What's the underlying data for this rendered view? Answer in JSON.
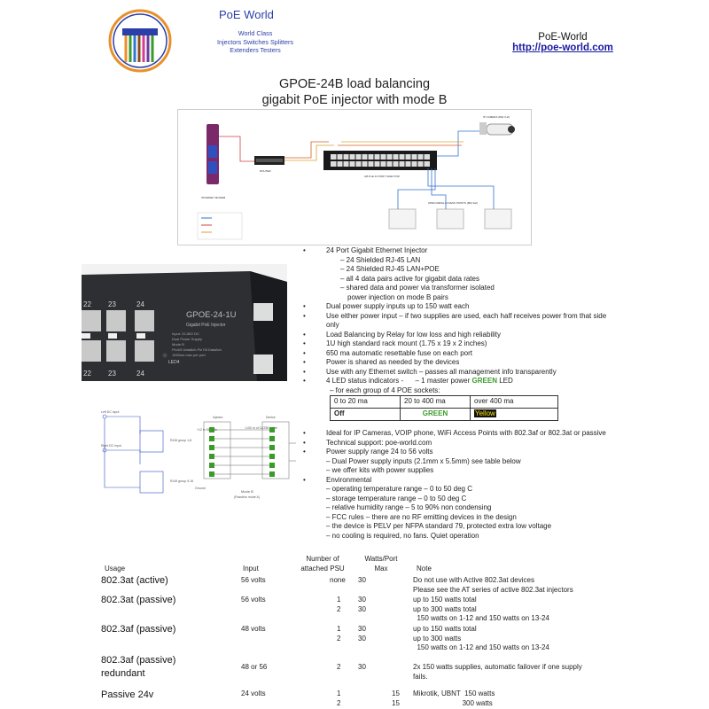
{
  "header": {
    "brand": "PoE World",
    "tagline": [
      "World Class",
      "Injectors  Switches  Splitters",
      "Extenders  Testers"
    ],
    "company": "PoE-World",
    "url": "http://poe-world.com"
  },
  "title": [
    "GPOE-24B load balancing",
    "gigabit PoE injector with mode B"
  ],
  "photo": {
    "port_numbers": [
      "22",
      "23",
      "24"
    ],
    "model": "GPOE-24-1U",
    "subtitle": "Gigabit PoE Injector",
    "spec_lines": [
      "Input: 22-56V DC",
      "Dual Power Supply",
      "Mode B",
      "Pin4/5 Data8ch.Pin7/8 Data8ch",
      "1000ms max per port"
    ],
    "led_label": "LED4"
  },
  "features": [
    {
      "bullet": "24 Port Gigabit Ethernet Injector"
    },
    {
      "sub": "– 24 Shielded RJ-45 LAN"
    },
    {
      "sub": "– 24 Shielded RJ-45 LAN+POE"
    },
    {
      "sub": "– all 4 data pairs active for gigabit data rates"
    },
    {
      "sub": "– shared data and power via transformer isolated"
    },
    {
      "sub": "power injection on mode B   pairs"
    },
    {
      "bullet": "Dual power supply inputs up to 150 watt each"
    },
    {
      "bullet": "Use either power input – if two supplies are used, each half receives power from that side only"
    },
    {
      "bullet": "Load Balancing by Relay for low loss and high reliability"
    },
    {
      "bullet": "1U high standard rack mount (1.75 x 19 x 2 inches)"
    },
    {
      "bullet": "650 ma automatic resettable fuse on each port"
    },
    {
      "bullet": "Power is shared as needed by the devices"
    },
    {
      "bullet": "Use with any Ethernet switch – passes all management info transparently"
    }
  ],
  "led": {
    "line_prefix": "4 LED status indicators -      – 1 master power ",
    "green_word": "GREEN",
    "line_suffix": " LED",
    "group_line": "– for each group of 4 POE sockets:",
    "table": [
      [
        "0 to 20 ma",
        "20 to 400 ma",
        "over 400 ma"
      ],
      [
        "Off",
        "GREEN",
        "Yellow"
      ]
    ]
  },
  "features2": [
    {
      "bullet": "Ideal for IP Cameras, VOIP phone, WiFi Access Points with 802.3af or 802.3at or passive"
    },
    {
      "bullet": "Technical support: poe-world.com"
    },
    {
      "bullet": "Power supply range 24 to 56 volts"
    },
    {
      "sub": "– Dual Power supply inputs  (2.1mm x 5.5mm) see table below"
    },
    {
      "sub": "– we offer kits with power supplies"
    },
    {
      "bullet": "Environmental"
    },
    {
      "sub": "– operating temperature range – 0 to 50 deg C"
    },
    {
      "sub": "– storage temperature range – 0 to 50 deg C"
    },
    {
      "sub": "– relative humidity range – 5 to 90% non condensing"
    },
    {
      "sub": "– FCC rules – there are no RF emitting devices in the design"
    },
    {
      "sub": "– the device is PELV per NFPA standard 79, protected extra low voltage"
    },
    {
      "sub": "– no cooling is required, no fans.  Quiet operation"
    }
  ],
  "usage": {
    "headers": {
      "usage": "Usage",
      "input": "Input",
      "psu": [
        "Number of",
        "attached PSU"
      ],
      "watts": [
        "Watts/Port",
        "Max"
      ],
      "note": "Note"
    },
    "rows": [
      {
        "usage": "802.3at (active)",
        "input": "56 volts",
        "psu": [
          "none"
        ],
        "watts": [
          "30"
        ],
        "note": [
          "Do not use with Active 802.3at devices",
          "Please see the AT series of active 802.3at injectors"
        ]
      },
      {
        "usage": "802.3at    (passive)",
        "input": "56 volts",
        "psu": [
          "1",
          "2"
        ],
        "watts": [
          "30",
          "30"
        ],
        "note": [
          "up to 150 watts total",
          "up to 300 watts total",
          "  150 watts on 1-12 and 150 watts on 13-24"
        ]
      },
      {
        "usage": "802.3af    (passive)",
        "input": "48 volts",
        "psu": [
          "1",
          "2"
        ],
        "watts": [
          "30",
          "30"
        ],
        "note": [
          "up to 150 watts total",
          "up to 300 watts",
          "  150 watts on 1-12 and 150 watts on 13-24"
        ]
      },
      {
        "usage": "802.3af    (passive)",
        "usage2": "redundant",
        "input": "48 or 56",
        "psu": [
          "2"
        ],
        "watts": [
          "30"
        ],
        "note": [
          "2x 150 watts supplies, automatic failover if one supply",
          "fails."
        ]
      },
      {
        "usage": "Passive 24v",
        "input": "24 volts",
        "psu": [
          "1",
          "2"
        ],
        "watts": [
          "15",
          "15"
        ],
        "note": [
          "Mikrotik, UBNT  150 watts",
          "                         300 watts"
        ]
      }
    ]
  },
  "diagram": {
    "labels": [
      "INTERNET MODEM",
      "ROUTER",
      "GB PoE 24 PORT INJECTOR",
      "IP CAMERA (802.3 af)",
      "OPEN MESH ACCESS POINTS (802.3af)"
    ]
  },
  "wiring": {
    "labels": [
      "Left DC input",
      "Right DC input",
      "RJ45 group 1-8",
      "RJ45 group 9-16",
      "Injector",
      "Device",
      "Ground",
      "Mode B",
      "(Passthru mode A)",
      "+12 to 56 volts",
      "<100 m of CAT5E cable"
    ]
  }
}
